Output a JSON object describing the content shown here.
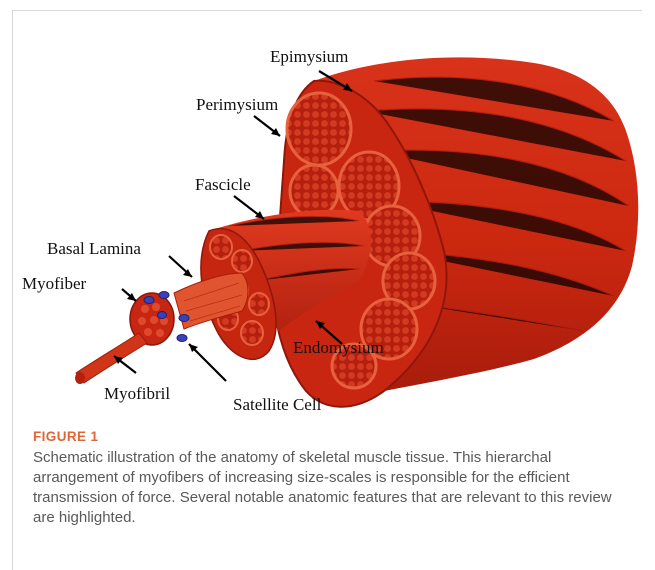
{
  "figure": {
    "labels": {
      "epimysium": "Epimysium",
      "perimysium": "Perimysium",
      "fascicle": "Fascicle",
      "basal_lamina": "Basal Lamina",
      "myofiber": "Myofiber",
      "endomysium": "Endomysium",
      "myofibril": "Myofibril",
      "satellite_cell": "Satellite Cell"
    },
    "colors": {
      "muscle": "#d42a14",
      "muscle_dark": "#a81c0c",
      "muscle_light": "#e54a2c",
      "connective": "#e8613f",
      "satellite": "#3b3fb8"
    }
  },
  "caption": {
    "label": "FIGURE 1",
    "text": "Schematic illustration of the anatomy of skeletal muscle tissue. This hierarchal arrangement of myofibers of increasing size-scales is responsible for the efficient transmission of force. Several notable anatomic features that are relevant to this review are highlighted."
  }
}
